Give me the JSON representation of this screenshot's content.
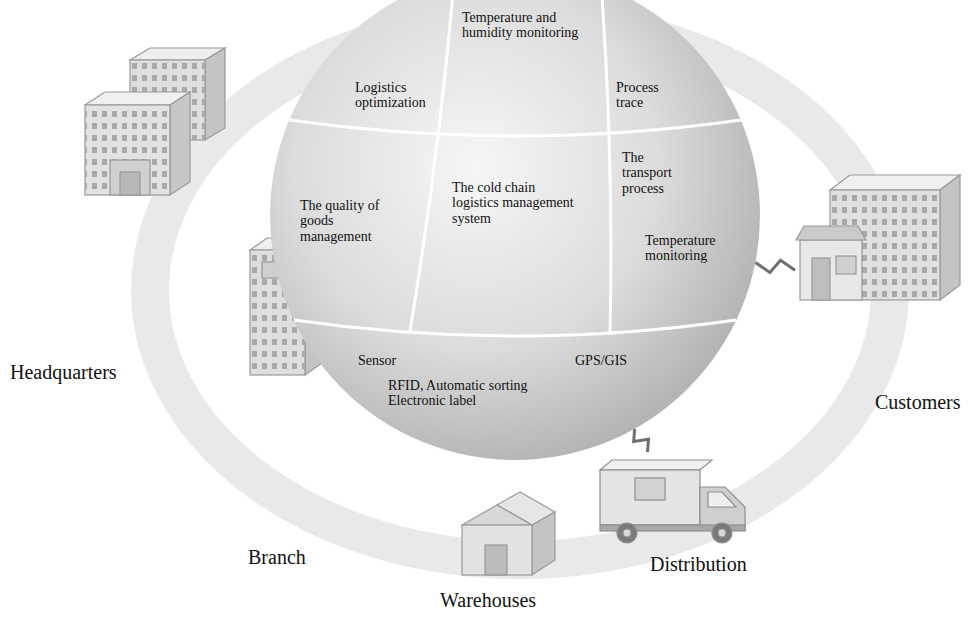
{
  "diagram": {
    "nodes": [
      {
        "text": [
          "Logistics optimization",
          "Temperature and humidity monitoring",
          "Process trace",
          "The quality of goods management",
          "The cold chain logistics management system",
          "The transport process",
          "Temperature monitoring",
          "Sensor",
          "RFID, Automatic sorting Electronic label",
          "GPS/GIS"
        ]
      },
      {
        "text": [
          "Headquarters"
        ]
      },
      {
        "text": [
          "Branch"
        ]
      },
      {
        "text": [
          "Warehouses"
        ]
      },
      {
        "text": [
          "Distribution"
        ]
      },
      {
        "text": [
          "Customers"
        ]
      }
    ],
    "edges": [
      {
        "from": 0,
        "to": 5,
        "arrow": "none"
      },
      {
        "from": 0,
        "to": 4,
        "arrow": "none"
      }
    ]
  }
}
